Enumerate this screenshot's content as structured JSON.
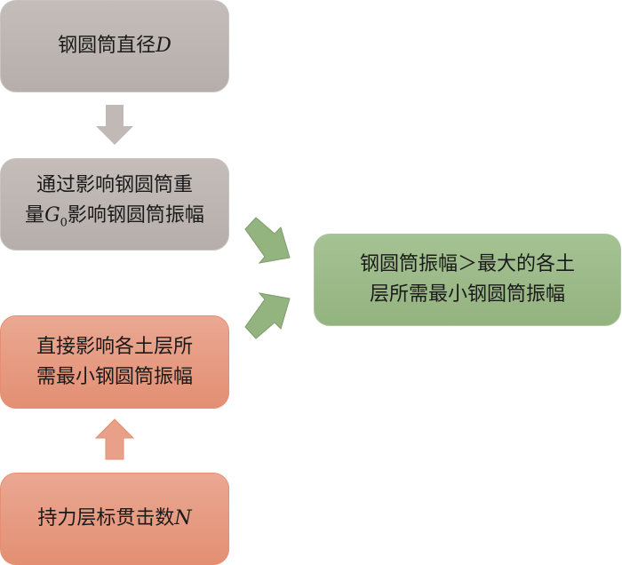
{
  "boxes": {
    "diameter": {
      "text": "钢圆筒直径",
      "var": "D"
    },
    "weight": {
      "line1": "通过影响钢圆筒重",
      "line2_pre": "量",
      "var": "G",
      "sub": "0",
      "line2_post": "影响钢圆筒振幅"
    },
    "result": {
      "line1": "钢圆筒振幅＞最大的各土",
      "line2": "层所需最小钢圆筒振幅"
    },
    "direct": {
      "line1": "直接影响各土层所",
      "line2": "需最小钢圆筒振幅"
    },
    "blows": {
      "text": "持力层标贯击数",
      "var": "N"
    }
  },
  "colors": {
    "gray": "#bbb4b0",
    "red": "#e69a80",
    "green": "#9cba89"
  }
}
